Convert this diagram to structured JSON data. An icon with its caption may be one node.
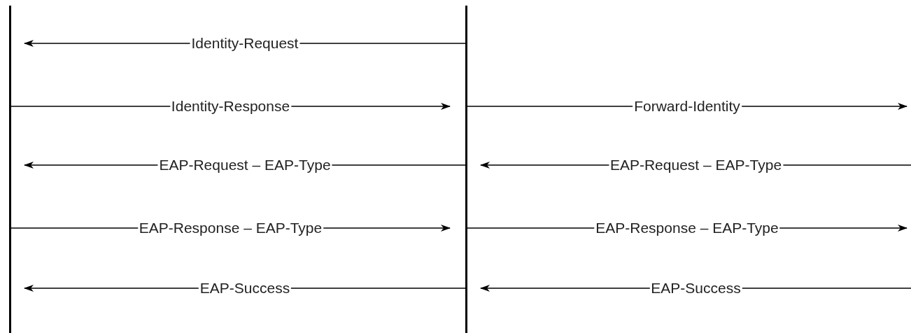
{
  "diagram": {
    "nodes": [
      {
        "text": [],
        "shape": "bar"
      },
      {
        "text": [],
        "shape": "bar"
      }
    ],
    "edges": [
      {
        "from": 1,
        "to": 0,
        "arrow": "to",
        "label": "Identity-Request"
      },
      {
        "from": 0,
        "to": 1,
        "arrow": "to",
        "label": "Identity-Response"
      },
      {
        "from": 1,
        "to": null,
        "arrow": "to",
        "label": "Forward-Identity"
      },
      {
        "from": 1,
        "to": 0,
        "arrow": "to",
        "label": "EAP-Request – EAP-Type"
      },
      {
        "from": null,
        "to": 1,
        "arrow": "to",
        "label": "EAP-Request – EAP-Type"
      },
      {
        "from": 0,
        "to": 1,
        "arrow": "to",
        "label": "EAP-Response – EAP-Type"
      },
      {
        "from": 1,
        "to": null,
        "arrow": "to",
        "label": "EAP-Response – EAP-Type"
      },
      {
        "from": 1,
        "to": 0,
        "arrow": "to",
        "label": "EAP-Success"
      },
      {
        "from": null,
        "to": 1,
        "arrow": "to",
        "label": "EAP-Success"
      }
    ]
  }
}
